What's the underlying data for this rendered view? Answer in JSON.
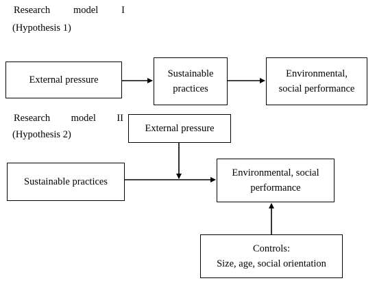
{
  "model1": {
    "title_words": [
      "Research",
      "model",
      "I"
    ],
    "hypothesis": "(Hypothesis 1)",
    "boxes": {
      "external_pressure": [
        "External pressure"
      ],
      "sustainable_practices": [
        "Sustainable",
        "practices"
      ],
      "performance": [
        "Environmental,",
        "social performance"
      ]
    }
  },
  "model2": {
    "title_words": [
      "Research",
      "model",
      "II"
    ],
    "hypothesis": "(Hypothesis 2)",
    "boxes": {
      "external_pressure": [
        "External pressure"
      ],
      "sustainable_practices": [
        "Sustainable practices"
      ],
      "performance": [
        "Environmental, social",
        "performance"
      ],
      "controls": [
        "Controls:",
        "Size, age, social orientation"
      ]
    }
  }
}
